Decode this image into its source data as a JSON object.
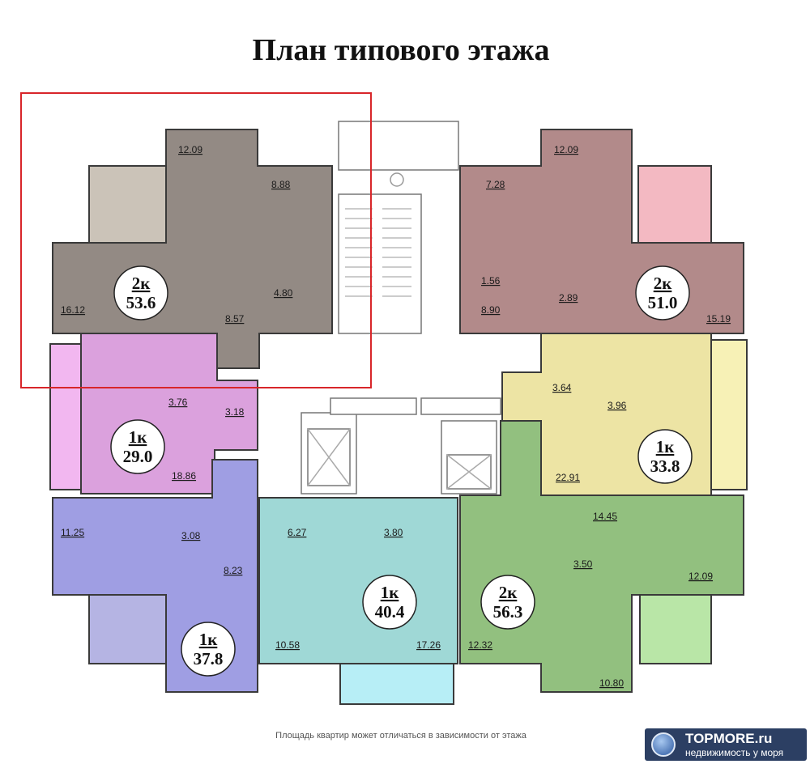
{
  "title": "План типового этажа",
  "footnote": "Площадь квартир может отличаться в зависимости от этажа",
  "logo": {
    "brand": "TOPMORE.ru",
    "tagline": "недвижимость у моря",
    "icon": "globe-house-icon"
  },
  "colors": {
    "apt_2k_53_6": "#938a84",
    "apt_2k_51_0": "#b28a8a",
    "apt_1k_29_0": "#dba1dd",
    "apt_1k_33_8": "#ede4a4",
    "apt_1k_37_8": "#9f9ee3",
    "apt_1k_40_4": "#9fd8d6",
    "apt_2k_56_3": "#92c07f",
    "highlight_frame": "#d8262a"
  },
  "apartments": [
    {
      "type": "2к",
      "area": "53.6",
      "rooms": [
        "12.09",
        "8.88",
        "16.12",
        "8.57",
        "4.80"
      ]
    },
    {
      "type": "2к",
      "area": "51.0",
      "rooms": [
        "12.09",
        "7.28",
        "1.56",
        "2.89",
        "8.90",
        "15.19"
      ]
    },
    {
      "type": "1к",
      "area": "29.0",
      "rooms": [
        "3.76",
        "3.18",
        "18.86"
      ]
    },
    {
      "type": "1к",
      "area": "33.8",
      "rooms": [
        "3.64",
        "3.96",
        "22.91"
      ]
    },
    {
      "type": "1к",
      "area": "37.8",
      "rooms": [
        "11.25",
        "3.08",
        "8.23"
      ]
    },
    {
      "type": "1к",
      "area": "40.4",
      "rooms": [
        "6.27",
        "3.80",
        "10.58",
        "17.26"
      ]
    },
    {
      "type": "2к",
      "area": "56.3",
      "rooms": [
        "14.45",
        "3.50",
        "12.09",
        "12.32",
        "10.80"
      ]
    }
  ]
}
